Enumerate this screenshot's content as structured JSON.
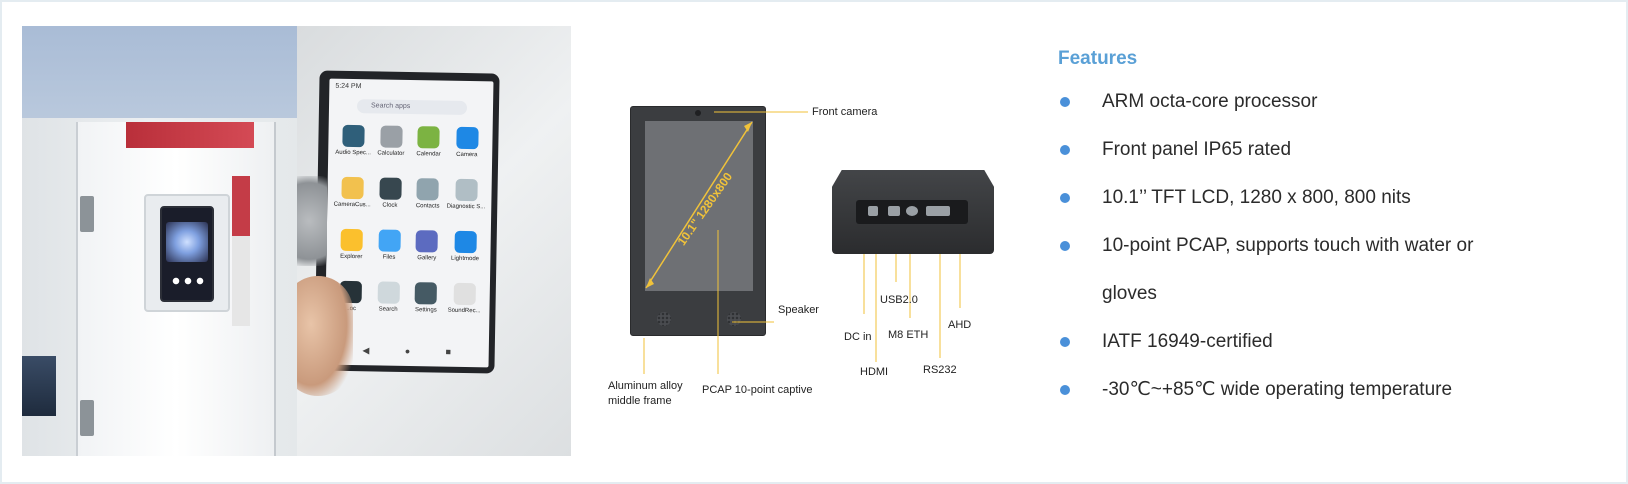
{
  "photos": {
    "tablet_screen": {
      "status_time": "5:24 PM",
      "search_placeholder": "Search apps",
      "apps": [
        {
          "label": "Audio Spec...",
          "color": "#2f5f7a"
        },
        {
          "label": "Calculator",
          "color": "#9aa0a6"
        },
        {
          "label": "Calendar",
          "color": "#7cb342"
        },
        {
          "label": "Camera",
          "color": "#1e88e5"
        },
        {
          "label": "CameraCus...",
          "color": "#f2c14e"
        },
        {
          "label": "Clock",
          "color": "#37474f"
        },
        {
          "label": "Contacts",
          "color": "#90a4ae"
        },
        {
          "label": "Diagnostic S...",
          "color": "#b0bec5"
        },
        {
          "label": "Explorer",
          "color": "#fbc02d"
        },
        {
          "label": "Files",
          "color": "#42a5f5"
        },
        {
          "label": "Gallery",
          "color": "#5c6bc0"
        },
        {
          "label": "Lightmode",
          "color": "#1e88e5"
        },
        {
          "label": "...oc",
          "color": "#263238"
        },
        {
          "label": "Search",
          "color": "#cfd8dc"
        },
        {
          "label": "Settings",
          "color": "#455a64"
        },
        {
          "label": "SoundRec...",
          "color": "#e0e0e0"
        }
      ]
    }
  },
  "diagram": {
    "labels": {
      "front_camera": "Front camera",
      "diagonal": "10.1\" 1280x800",
      "speaker": "Speaker",
      "aluminum_line1": "Aluminum alloy",
      "aluminum_line2": "middle frame",
      "pcap": "PCAP 10-point captive",
      "usb": "USB2.0",
      "dc_in": "DC in",
      "m8_eth": "M8 ETH",
      "ahd": "AHD",
      "hdmi": "HDMI",
      "rs232": "RS232"
    },
    "accent_color": "#f0c23a"
  },
  "features": {
    "title": "Features",
    "items": [
      "ARM octa-core processor",
      "Front panel IP65 rated",
      "10.1’’ TFT LCD, 1280 x 800, 800 nits",
      "10-point PCAP, supports touch with water or",
      "gloves",
      "IATF 16949-certified",
      "-30℃~+85℃ wide operating temperature"
    ],
    "title_color": "#5aa0d6",
    "bullet_color": "#4a90d9"
  }
}
